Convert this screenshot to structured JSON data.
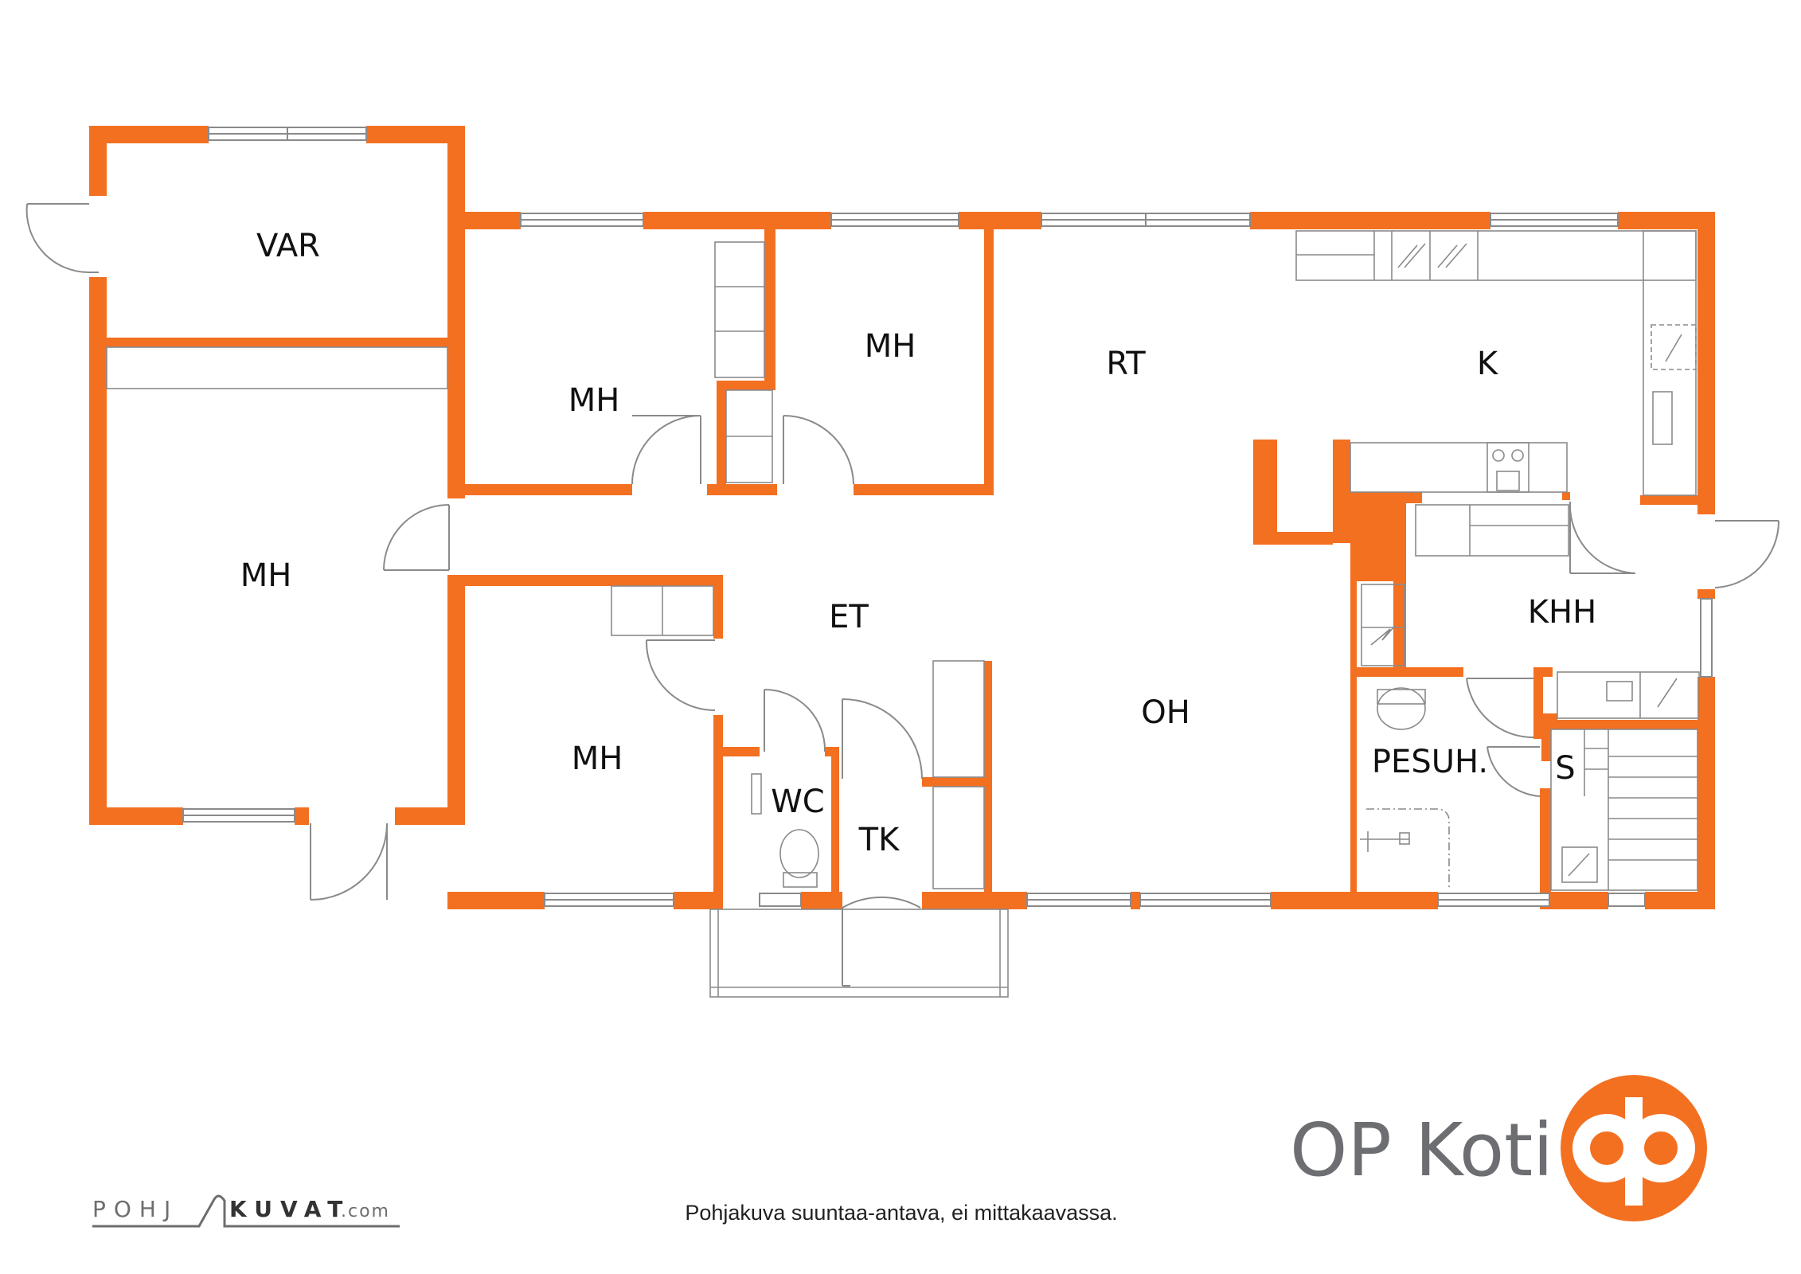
{
  "colors": {
    "wall": "#f37021",
    "fixture_line": "#8a8a8a",
    "text": "#111111",
    "brand_gray": "#6d6e71"
  },
  "rooms": {
    "var": "VAR",
    "mh_large": "MH",
    "mh_top_left": "MH",
    "mh_top_mid": "MH",
    "mh_bottom": "MH",
    "rt": "RT",
    "k": "K",
    "et": "ET",
    "oh": "OH",
    "khh": "KHH",
    "wc": "WC",
    "tk": "TK",
    "pesuh": "PESUH.",
    "s": "S"
  },
  "brand": {
    "name": "OP Koti",
    "logo_icon": "op-logo-icon"
  },
  "credit": {
    "left": "POHJ",
    "right": "KUVAT",
    "suffix": ".com"
  },
  "caption": "Pohjakuva suuntaa-antava, ei mittakaavassa."
}
